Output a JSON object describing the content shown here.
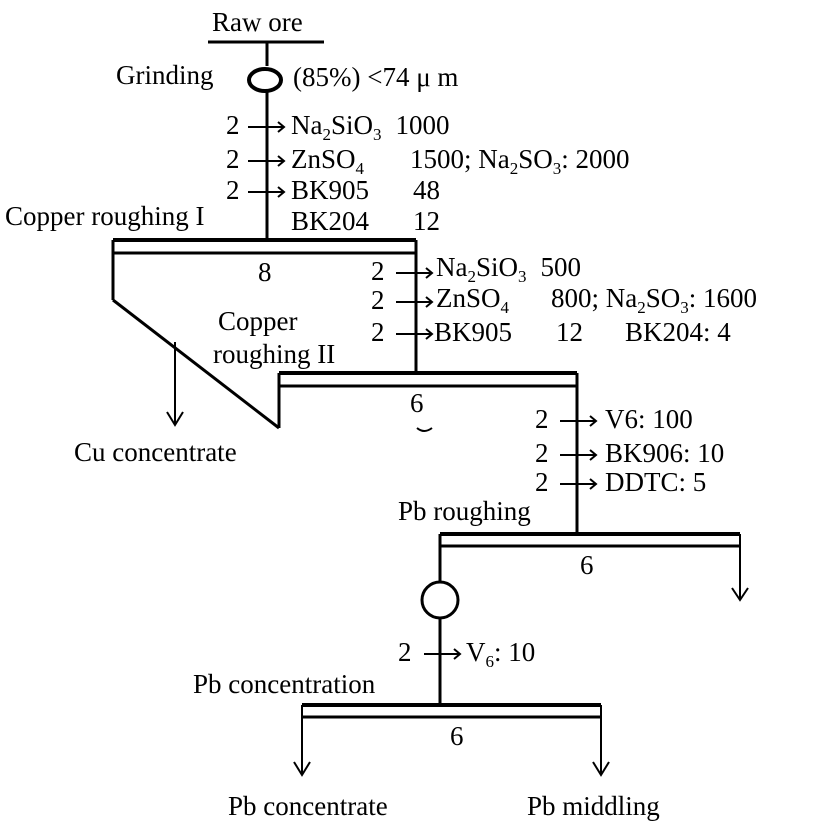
{
  "nodes": {
    "raw_ore": "Raw ore",
    "grinding": "Grinding",
    "grinding_spec": "(85%) <74 μ m",
    "copper_roughing_1": "Copper roughing I",
    "copper_roughing_2_line1": "Copper",
    "copper_roughing_2_line2": "roughing II",
    "cu_concentrate": "Cu concentrate",
    "pb_roughing": "Pb roughing",
    "pb_concentration": "Pb concentration",
    "pb_concentrate": "Pb concentrate",
    "pb_middling": "Pb middling"
  },
  "times": {
    "copper_roughing_1": "8",
    "copper_roughing_2": "6",
    "pb_roughing": "6",
    "pb_concentration": "6"
  },
  "reagents": {
    "cr1": {
      "r1": {
        "min": "2",
        "name": "Na",
        "s1": "2",
        "name2": "SiO",
        "s2": "3",
        "dose": "1000"
      },
      "r2": {
        "min": "2",
        "name": "ZnSO",
        "s1": "4",
        "dose": "1500; Na",
        "s2": "2",
        "mid": "SO",
        "s3": "3",
        "dose2": ": 2000"
      },
      "r3": {
        "min": "2",
        "name": "BK905",
        "dose": "48"
      },
      "r4": {
        "name": "BK204",
        "dose": "12"
      }
    },
    "cr2": {
      "r1": {
        "min": "2",
        "name": "Na",
        "s1": "2",
        "name2": "SiO",
        "s2": "3",
        "dose": "500"
      },
      "r2": {
        "min": "2",
        "name": "ZnSO",
        "s1": "4",
        "dose": "800; Na",
        "s2": "2",
        "mid": "SO",
        "s3": "3",
        "dose2": ": 1600"
      },
      "r3": {
        "min": "2",
        "name": "BK905",
        "dose": "12",
        "name2": "BK204",
        "dose2": ": 4"
      }
    },
    "pb": {
      "r1": {
        "min": "2",
        "text": "V6: 100"
      },
      "r2": {
        "min": "2",
        "text": "BK906: 10"
      },
      "r3": {
        "min": "2",
        "text": "DDTC: 5"
      }
    },
    "pbc": {
      "r1": {
        "min": "2",
        "name": "V",
        "s1": "6",
        "dose": ": 10"
      }
    }
  }
}
